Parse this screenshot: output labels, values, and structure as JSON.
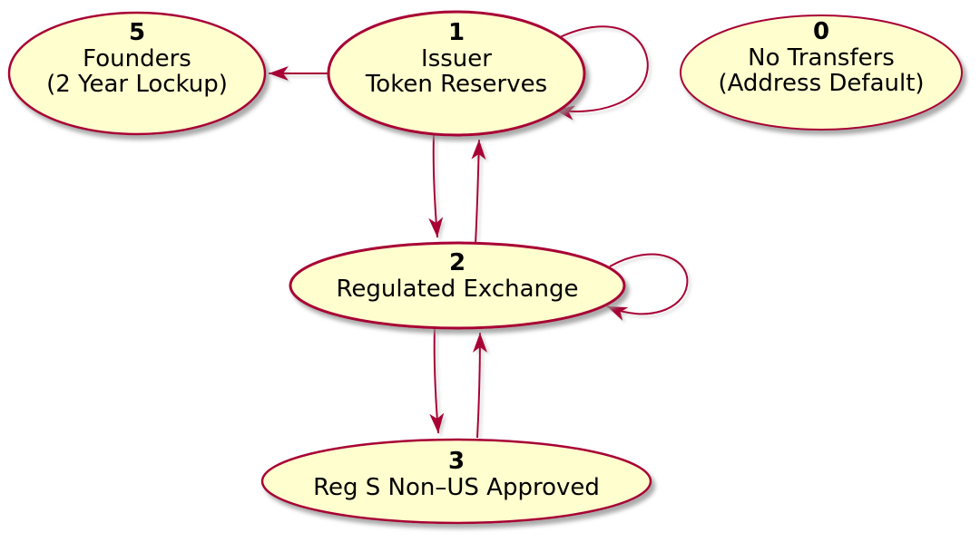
{
  "diagram": {
    "kind": "state-diagram",
    "colors": {
      "node_fill": "#FEFECE",
      "node_border": "#A80036",
      "edge_color": "#A80036",
      "text_color": "#000000",
      "shadow_color": "#999999",
      "background": "#FFFFFF"
    },
    "nodes": [
      {
        "id": "5",
        "lines": [
          "5",
          "Founders",
          "(2 Year Lockup)"
        ]
      },
      {
        "id": "1",
        "lines": [
          "1",
          "Issuer",
          "Token Reserves"
        ]
      },
      {
        "id": "0",
        "lines": [
          "0",
          "No Transfers",
          "(Address Default)"
        ]
      },
      {
        "id": "2",
        "lines": [
          "2",
          "Regulated Exchange"
        ]
      },
      {
        "id": "3",
        "lines": [
          "3",
          "Reg S Non–US Approved"
        ]
      }
    ],
    "edges": [
      {
        "from": "1",
        "to": "5",
        "self": false
      },
      {
        "from": "1",
        "to": "1",
        "self": true
      },
      {
        "from": "1",
        "to": "2",
        "self": false
      },
      {
        "from": "2",
        "to": "1",
        "self": false
      },
      {
        "from": "2",
        "to": "2",
        "self": true
      },
      {
        "from": "2",
        "to": "3",
        "self": false
      },
      {
        "from": "3",
        "to": "2",
        "self": false
      }
    ]
  }
}
